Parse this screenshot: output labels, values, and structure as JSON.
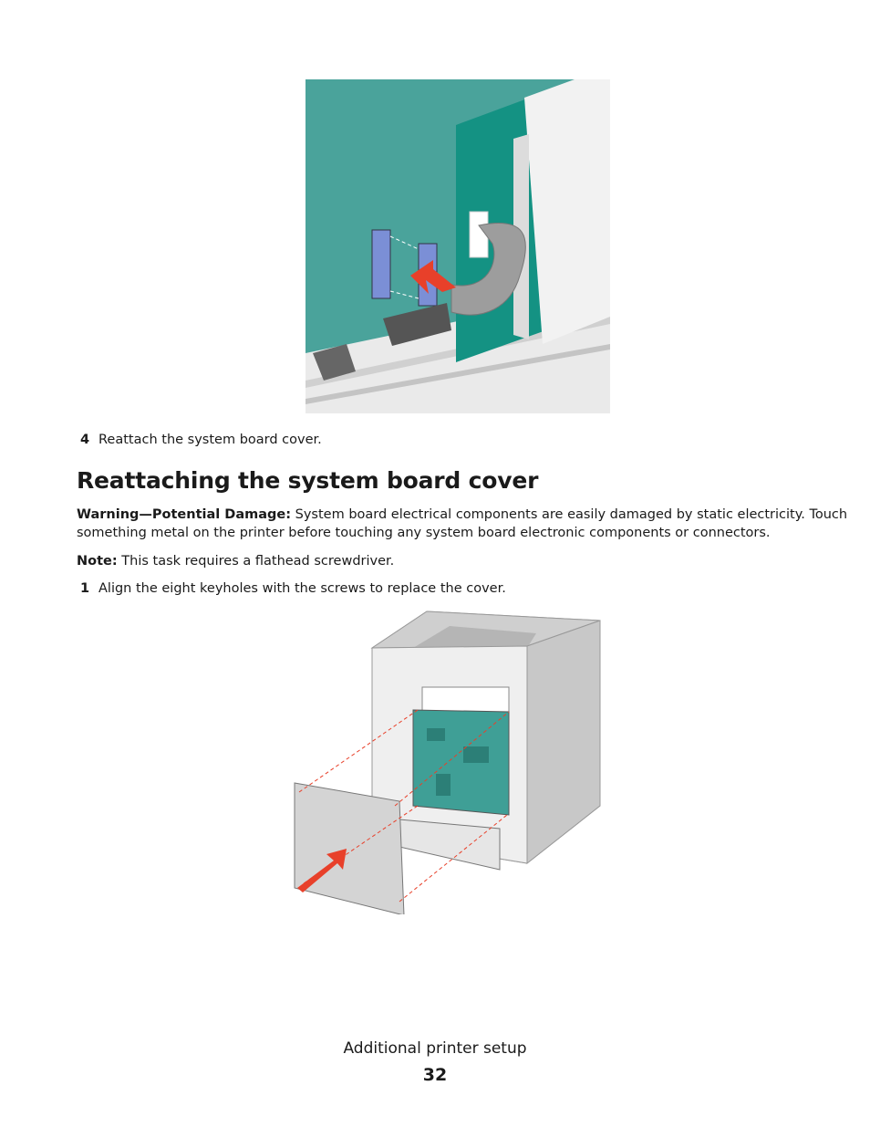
{
  "step4": {
    "number": "4",
    "text": "Reattach the system board cover."
  },
  "section": {
    "title": "Reattaching the system board cover"
  },
  "warning": {
    "label": "Warning—Potential Damage:",
    "line1": "System board electrical components are easily damaged by static electricity. Touch",
    "line2": "something metal on the printer before touching any system board electronic components or connectors."
  },
  "note": {
    "label": "Note:",
    "text": "This task requires a flathead screwdriver."
  },
  "step1": {
    "number": "1",
    "text": "Align the eight keyholes with the screws to replace the cover."
  },
  "footer": {
    "title": "Additional printer setup",
    "page": "32"
  },
  "colors": {
    "board_teal": "#3f9f96",
    "arrow_red": "#e8402a",
    "connector_blue": "#7b8fd6"
  }
}
